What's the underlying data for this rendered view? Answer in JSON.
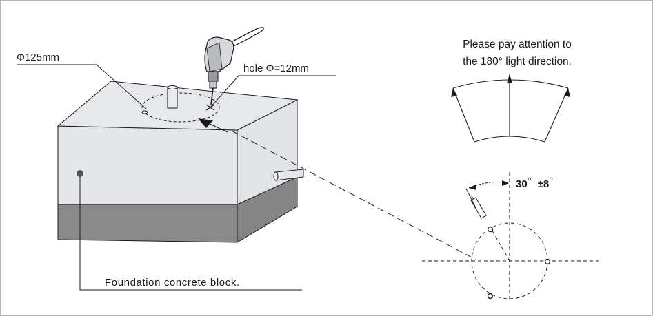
{
  "labels": {
    "pipe_diameter": "Φ125mm",
    "hole_diameter": "hole Φ=12mm",
    "foundation": "Foundation concrete block.",
    "note_line1": "Please pay attention to",
    "note_line2": "the 180° light direction.",
    "angle_main": "30",
    "angle_deg1": "°",
    "angle_tol": "±8",
    "angle_deg2": "°"
  },
  "colors": {
    "line": "#1a1a1a",
    "block_face": "#e4e6ea",
    "block_base": "#8a8a8a",
    "frame": "#b5b5b5"
  }
}
